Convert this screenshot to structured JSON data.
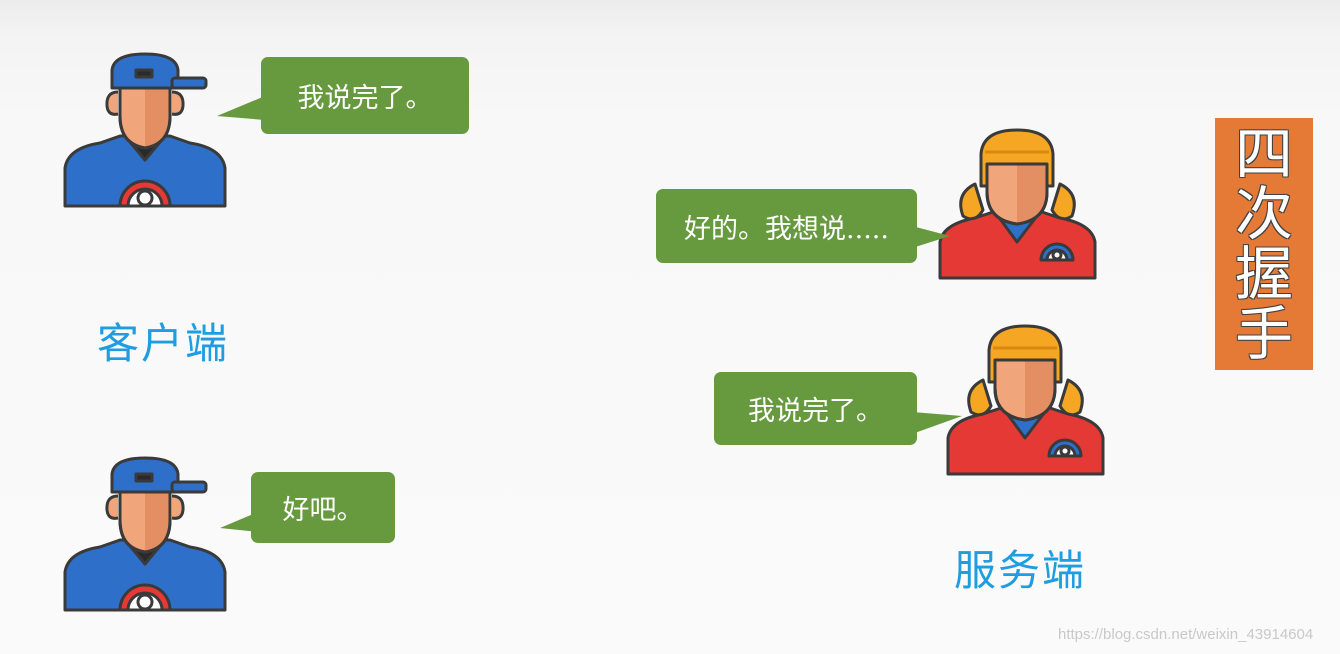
{
  "title_chars": [
    "四",
    "次",
    "握",
    "手"
  ],
  "client_label": "客户端",
  "server_label": "服务端",
  "bubbles": {
    "client_top": "我说完了。",
    "server_top": "好的。我想说.....",
    "server_bottom": "我说完了。",
    "client_bottom": "好吧。"
  },
  "watermark": "https://blog.csdn.net/weixin_43914604",
  "colors": {
    "bubble": "#679a3e",
    "label": "#1e9de1",
    "title_box": "#e57a36",
    "client_shirt": "#2d6fc9",
    "server_shirt": "#e53935",
    "hair": "#f5a623"
  }
}
